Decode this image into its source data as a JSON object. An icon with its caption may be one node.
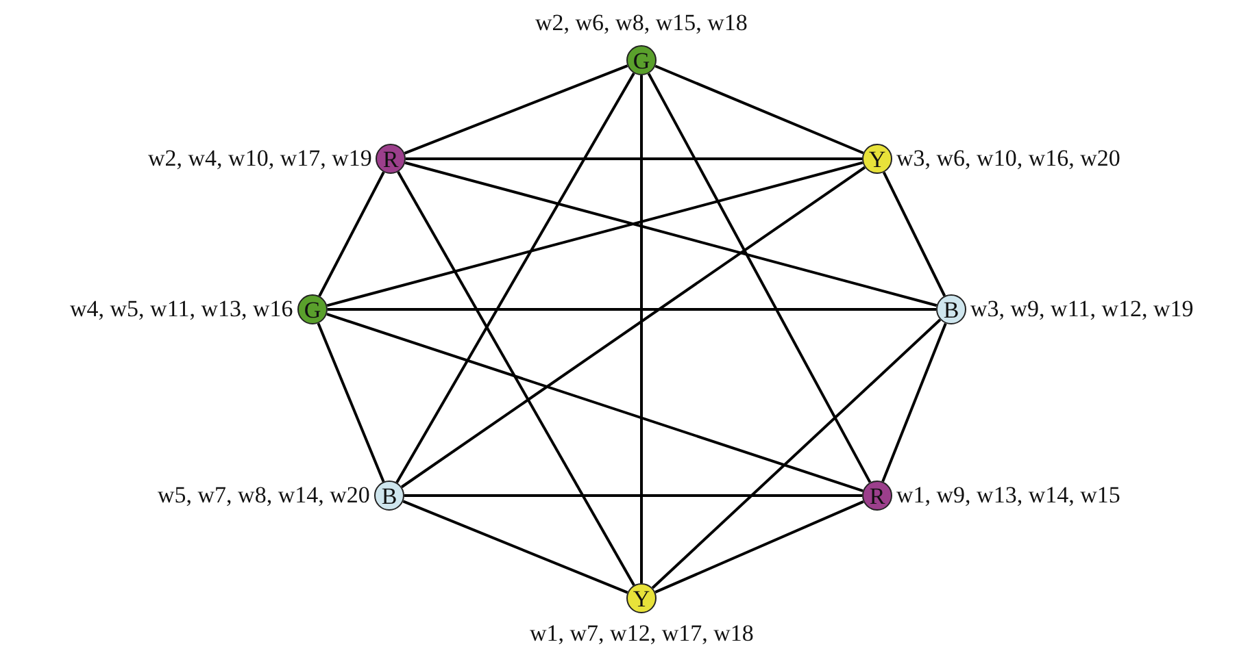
{
  "diagram": {
    "nodes": [
      {
        "text": [
          "G"
        ],
        "beside": [
          "w2, w6, w8, w15, w18"
        ]
      },
      {
        "text": [
          "Y"
        ],
        "beside": [
          "w3, w6, w10, w16, w20"
        ]
      },
      {
        "text": [
          "B"
        ],
        "beside": [
          "w3, w9, w11, w12, w19"
        ]
      },
      {
        "text": [
          "R"
        ],
        "beside": [
          "w1, w9, w13, w14, w15"
        ]
      },
      {
        "text": [
          "Y"
        ],
        "beside": [
          "w1, w7, w12, w17, w18"
        ]
      },
      {
        "text": [
          "B"
        ],
        "beside": [
          "w5, w7, w8, w14, w20"
        ]
      },
      {
        "text": [
          "G"
        ],
        "beside": [
          "w4, w5, w11, w13, w16"
        ]
      },
      {
        "text": [
          "R"
        ],
        "beside": [
          "w2, w4, w10, w17, w19"
        ]
      }
    ],
    "edges": [
      {
        "from": 0,
        "to": 7,
        "arrow": "none"
      },
      {
        "from": 0,
        "to": 1,
        "arrow": "none"
      },
      {
        "from": 0,
        "to": 5,
        "arrow": "none"
      },
      {
        "from": 0,
        "to": 4,
        "arrow": "none"
      },
      {
        "from": 0,
        "to": 3,
        "arrow": "none"
      },
      {
        "from": 7,
        "to": 1,
        "arrow": "none"
      },
      {
        "from": 7,
        "to": 2,
        "arrow": "none"
      },
      {
        "from": 7,
        "to": 6,
        "arrow": "none"
      },
      {
        "from": 7,
        "to": 4,
        "arrow": "none"
      },
      {
        "from": 1,
        "to": 6,
        "arrow": "none"
      },
      {
        "from": 1,
        "to": 5,
        "arrow": "none"
      },
      {
        "from": 1,
        "to": 2,
        "arrow": "none"
      },
      {
        "from": 6,
        "to": 2,
        "arrow": "none"
      },
      {
        "from": 6,
        "to": 5,
        "arrow": "none"
      },
      {
        "from": 6,
        "to": 3,
        "arrow": "none"
      },
      {
        "from": 2,
        "to": 4,
        "arrow": "none"
      },
      {
        "from": 2,
        "to": 3,
        "arrow": "none"
      },
      {
        "from": 5,
        "to": 3,
        "arrow": "none"
      },
      {
        "from": 5,
        "to": 4,
        "arrow": "none"
      },
      {
        "from": 3,
        "to": 4,
        "arrow": "none"
      }
    ]
  }
}
